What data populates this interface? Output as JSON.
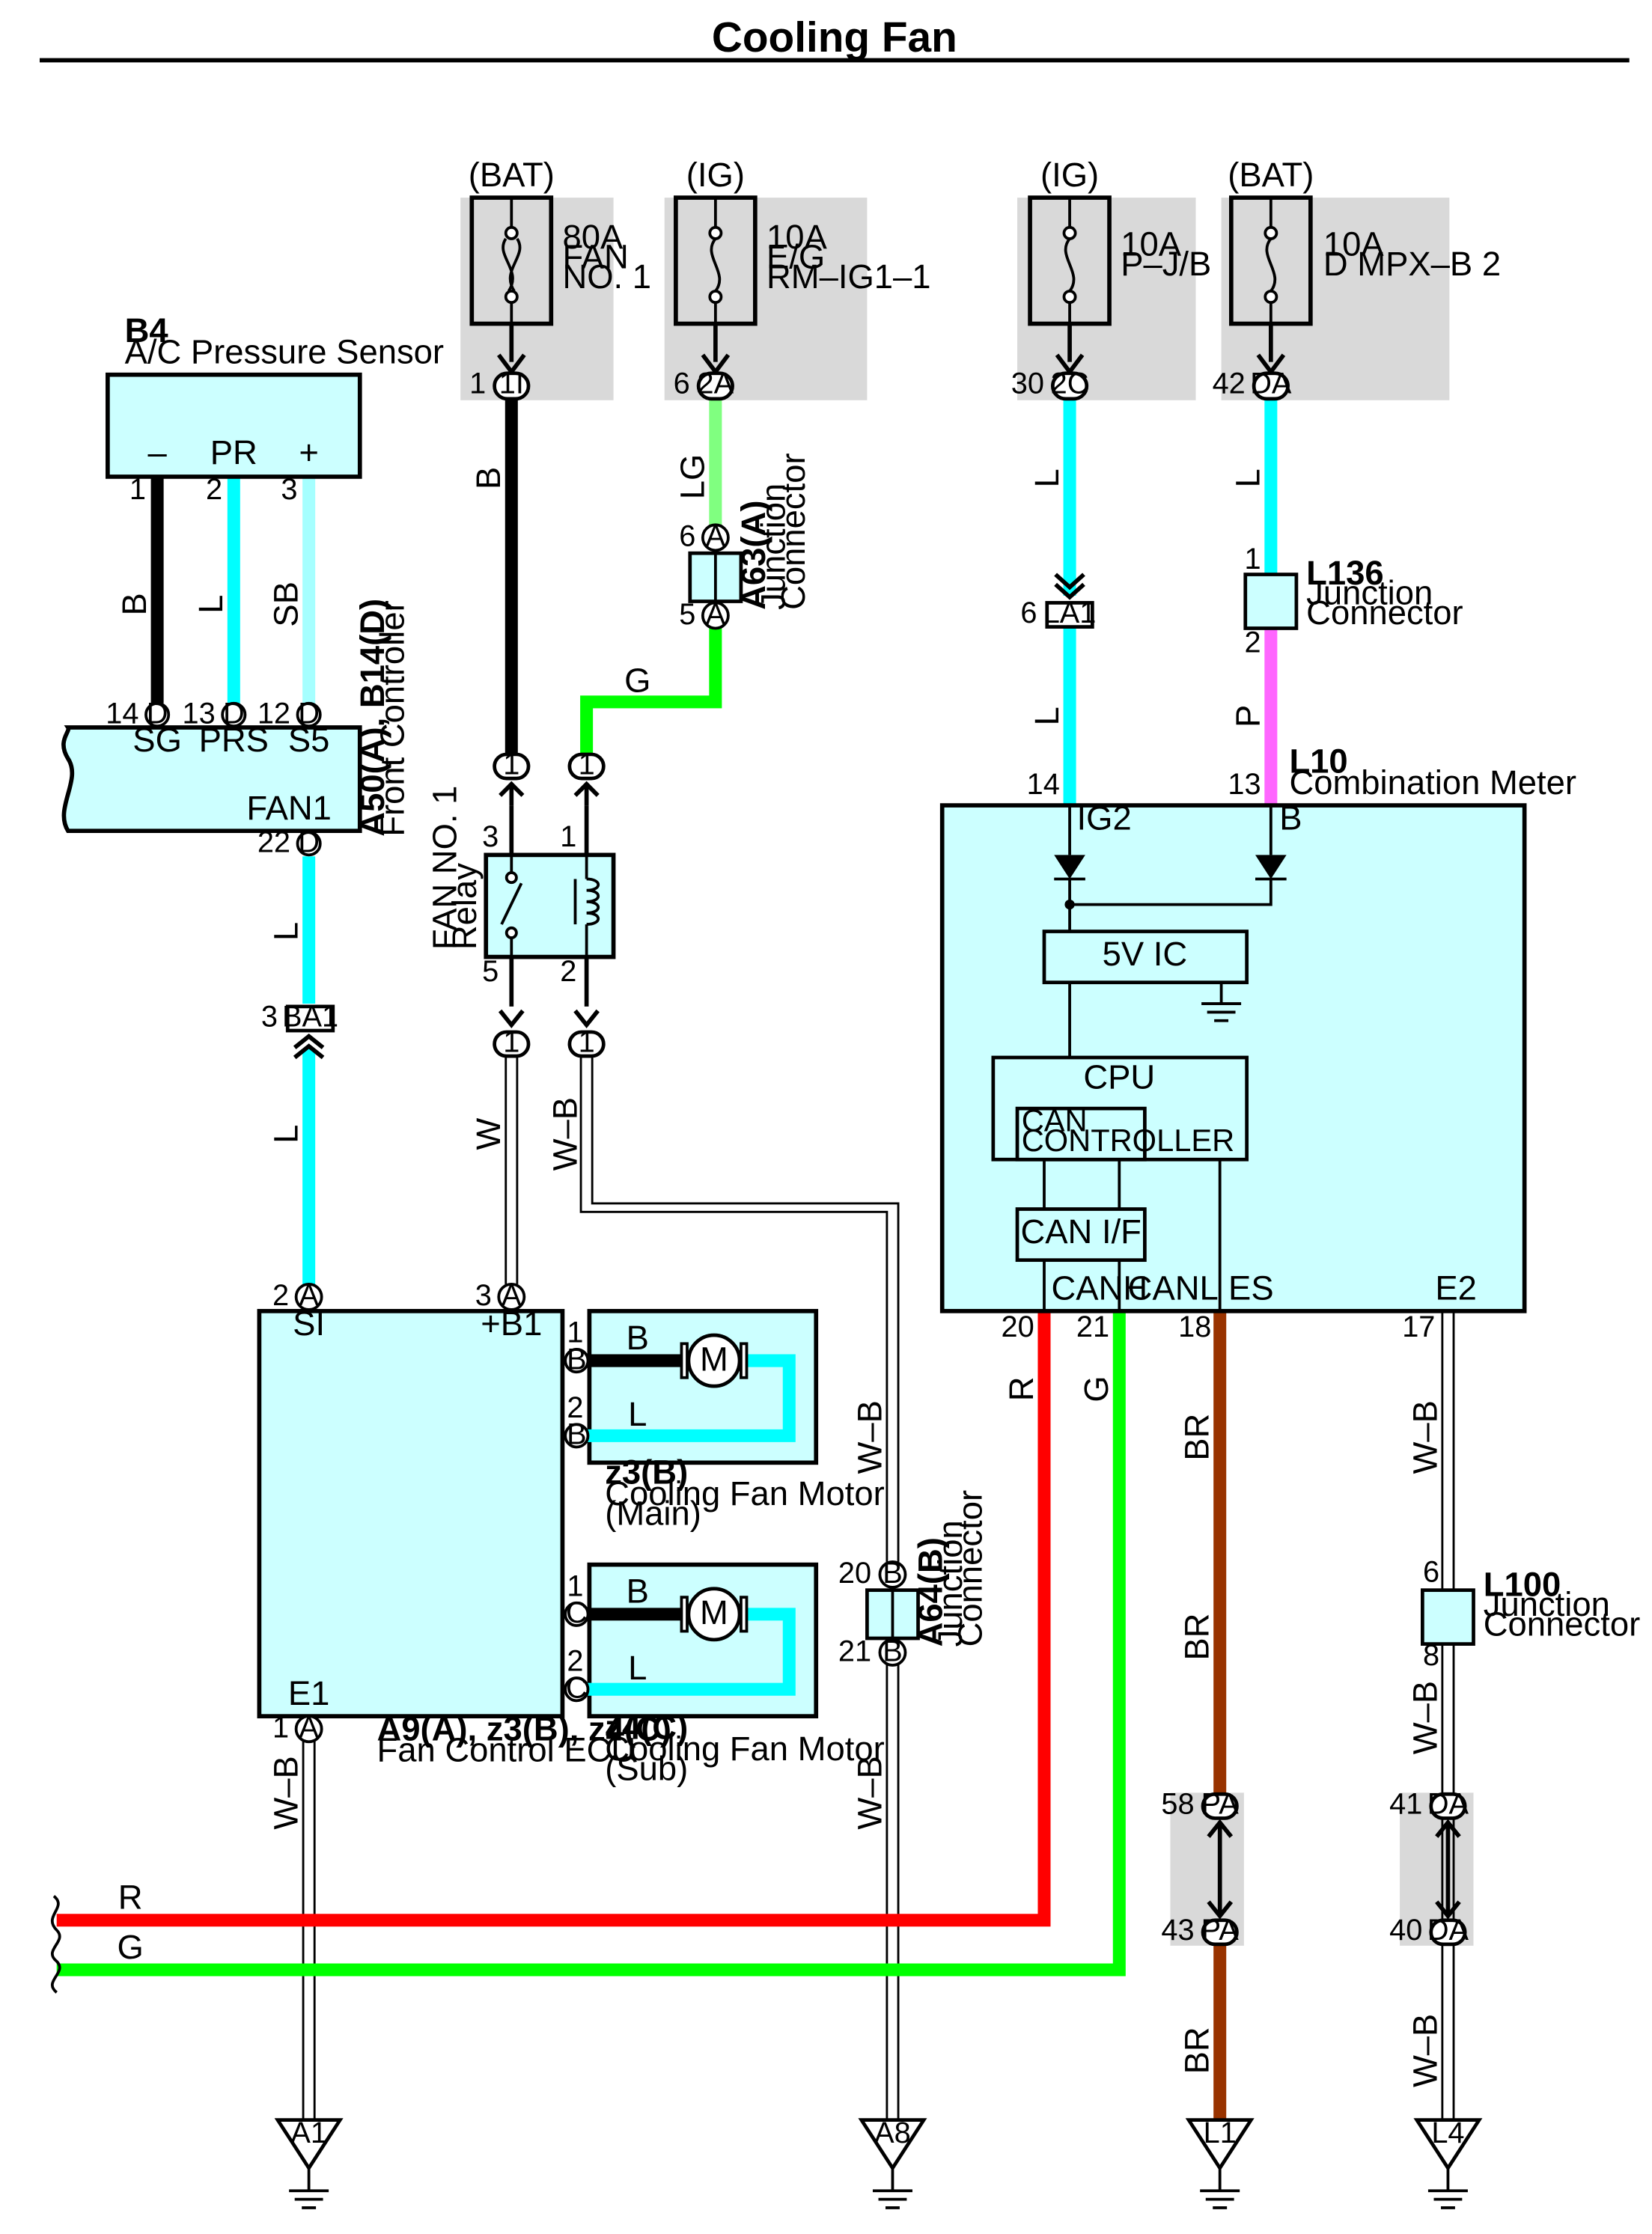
{
  "title": "Cooling Fan",
  "colors": {
    "box_fill": "#ccffff",
    "fuse_box": "#d9d9d9",
    "B": "#000000",
    "L": "#00ffff",
    "SB": "#a6ffff",
    "LG": "#80ff80",
    "G": "#00ff00",
    "R": "#ff0000",
    "BR": "#993300",
    "P": "#ff66ff",
    "W": "#ffffff",
    "W-B": "#ffffff"
  },
  "fuses": [
    {
      "supply": "(BAT)",
      "rating": "80A",
      "name1": "FAN",
      "name2": "NO. 1",
      "pin": "1",
      "conn": "1I"
    },
    {
      "supply": "(IG)",
      "rating": "10A",
      "name1": "E/G",
      "name2": "RM–IG1–1",
      "pin": "6",
      "conn": "2A"
    },
    {
      "supply": "(IG)",
      "rating": "10A",
      "name1": "P–J/B",
      "name2": "",
      "pin": "30",
      "conn": "2C"
    },
    {
      "supply": "(BAT)",
      "rating": "10A",
      "name1": "D MPX–B 2",
      "name2": "",
      "pin": "42",
      "conn": "DA"
    }
  ],
  "sensor": {
    "code": "B4",
    "name": "A/C Pressure Sensor",
    "terminals": [
      "–",
      "PR",
      "+"
    ],
    "pins": [
      "1",
      "2",
      "3"
    ],
    "wires": [
      "B",
      "L",
      "SB"
    ]
  },
  "controller": {
    "code": "A50(A), B14(D)",
    "name": "Front Controller",
    "terminals": [
      "SG",
      "PRS",
      "S5",
      "FAN1"
    ],
    "pins": [
      "14",
      "13",
      "12",
      "22"
    ],
    "conn": "D"
  },
  "ba1": {
    "pin": "3",
    "name": "BA1"
  },
  "relay": {
    "name1": "FAN NO. 1",
    "name2": "Relay",
    "pins": [
      "3",
      "1",
      "5",
      "2"
    ],
    "conn": "1"
  },
  "a63": {
    "code": "A63(A)",
    "name1": "Junction",
    "name2": "Connector",
    "pins": [
      "6",
      "5"
    ],
    "conn": "A"
  },
  "ecu": {
    "code": "A9(A), z3(B), z4(C)",
    "name": "Fan Control ECU",
    "terminals": [
      "SI",
      "+B1",
      "E1"
    ],
    "pins": [
      "2",
      "3",
      "1"
    ],
    "conn": "A"
  },
  "motor_main": {
    "code": "z3(B)",
    "name": "Cooling Fan Motor",
    "sub": "(Main)",
    "pins": [
      "1",
      "2"
    ],
    "conn": "B",
    "symbol": "M"
  },
  "motor_sub": {
    "code": "z4(C)",
    "name": "Cooling Fan Motor",
    "sub": "(Sub)",
    "pins": [
      "1",
      "2"
    ],
    "conn": "C",
    "symbol": "M"
  },
  "a64": {
    "code": "A64(B)",
    "name1": "Junction",
    "name2": "Connector",
    "pins": [
      "20",
      "21"
    ],
    "conn": "B"
  },
  "la1": {
    "pin": "6",
    "name": "LA1"
  },
  "l136": {
    "code": "L136",
    "name1": "Junction",
    "name2": "Connector",
    "pins": [
      "1",
      "2"
    ]
  },
  "meter": {
    "code": "L10",
    "name": "Combination Meter",
    "terminals_top": [
      "IG2",
      "B"
    ],
    "pins_top": [
      "14",
      "13"
    ],
    "blocks": [
      "5V IC",
      "CPU",
      "CAN CONTROLLER",
      "CAN I/F"
    ],
    "terminals_bottom": [
      "CANH",
      "CANL",
      "ES",
      "E2"
    ],
    "pins_bottom": [
      "20",
      "21",
      "18",
      "17"
    ]
  },
  "l100": {
    "code": "L100",
    "name1": "Junction",
    "name2": "Connector",
    "pins": [
      "6",
      "8"
    ]
  },
  "pa": {
    "pins": [
      "58",
      "43"
    ],
    "name": "PA"
  },
  "da_lower": {
    "pins": [
      "41",
      "40"
    ],
    "name": "DA"
  },
  "grounds": [
    "A1",
    "A8",
    "L1",
    "L4"
  ],
  "wire_labels": {
    "fan_fuse": "B",
    "eg_fuse": "LG",
    "a63_out": "G",
    "fan1": "L",
    "ba1_out": "L",
    "relay_5": "W",
    "relay_2": "W–B",
    "a64_in": "W–B",
    "a64_out": "W–B",
    "e1": "W–B",
    "pj_fuse": "L",
    "la1_out": "L",
    "dmpx_fuse": "L",
    "l136_out": "P",
    "canh": "R",
    "canl": "G",
    "es": "BR",
    "e2": "W–B",
    "l100_out": "W–B",
    "pa_out": "BR",
    "da_out": "W–B",
    "bus_r": "R",
    "bus_g": "G",
    "motor_b": "B",
    "motor_l": "L"
  }
}
